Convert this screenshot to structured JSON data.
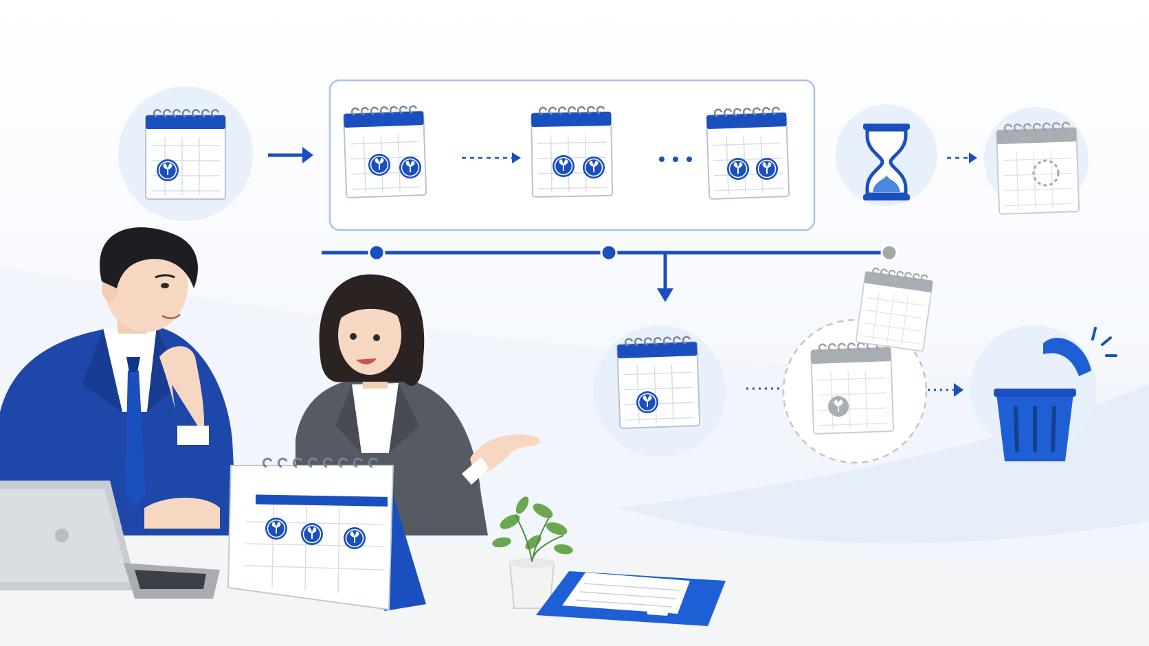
{
  "scene": {
    "colors": {
      "primary_blue": "#1a4fbf",
      "bright_blue": "#1f5fd6",
      "light_blue_bg": "#e8f0fb",
      "frame_outline": "#a9c3ea",
      "gray_inactive": "#a7a7a7",
      "suit_gray": "#555a63",
      "skin": "#f6d8c2",
      "hair": "#1e1e22",
      "plant_green": "#6aa84f",
      "laptop_silver": "#c9ccd2"
    },
    "icons": [
      "calendar-icon",
      "leaf-badge-icon",
      "hourglass-icon",
      "trash-bin-icon",
      "arrow-right-icon",
      "arrow-down-icon",
      "ellipsis-icon"
    ],
    "people": [
      "man-in-blue-suit",
      "woman-in-gray-blazer"
    ],
    "props": [
      "laptop",
      "desk-calendar",
      "potted-plant",
      "clipboard-folder"
    ]
  }
}
